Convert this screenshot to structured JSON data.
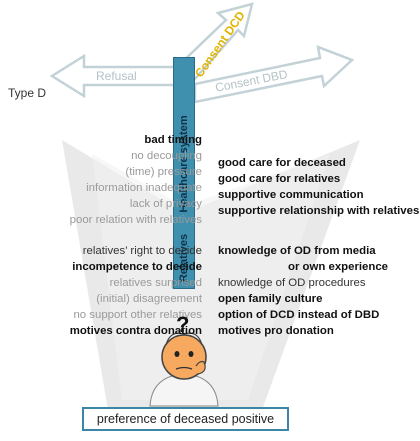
{
  "type_label": "Type D",
  "arrows": {
    "refusal": "Refusal",
    "consent_dcd": "Consent DCD",
    "consent_dbd": "Consent DBD"
  },
  "bar": {
    "top_label": "Healthcare system",
    "bottom_label": "Relatives"
  },
  "left_factors_top": [
    {
      "text": "bad timing",
      "style": "bold"
    },
    {
      "text": "no decoupling",
      "style": "grey"
    },
    {
      "text": "(time) pressure",
      "style": "grey"
    },
    {
      "text": "information inadequate",
      "style": "grey"
    },
    {
      "text": "lack of privacy",
      "style": "grey"
    },
    {
      "text": "poor relation with relatives",
      "style": "grey"
    }
  ],
  "right_factors_top": [
    {
      "text": "good care for deceased",
      "style": "bold"
    },
    {
      "text": "good care for relatives",
      "style": "bold"
    },
    {
      "text": "supportive communication",
      "style": "bold"
    },
    {
      "text": "supportive relationship  with relatives",
      "style": "bold"
    }
  ],
  "left_factors_bottom": [
    {
      "text": "relatives’ right to decide",
      "style": "normal"
    },
    {
      "text": "incompetence to decide",
      "style": "bold"
    },
    {
      "text": "relatives surprised",
      "style": "grey"
    },
    {
      "text": "(initial)  disagreement",
      "style": "grey"
    },
    {
      "text": "no support other relatives",
      "style": "grey"
    },
    {
      "text": "motives contra donation",
      "style": "bold"
    }
  ],
  "right_factors_bottom": [
    {
      "text": "knowledge of OD from media",
      "style": "bold"
    },
    {
      "text": "or own experience",
      "style": "bold",
      "indent": true
    },
    {
      "text": "knowledge of OD procedures",
      "style": "normal"
    },
    {
      "text": "open family culture",
      "style": "bold"
    },
    {
      "text": "option of DCD instead of DBD",
      "style": "bold"
    },
    {
      "text": "motives pro donation",
      "style": "bold"
    }
  ],
  "question_mark": "?",
  "bottom_box": "preference  of  deceased positive",
  "colors": {
    "bar": "#3f8fae",
    "arrow_grey": "#c9d6da",
    "arrow_dcd_fill": "#ffffff",
    "dcd_text": "#e0b400",
    "funnel": "#e6e6e6",
    "face": "#f7a960"
  }
}
